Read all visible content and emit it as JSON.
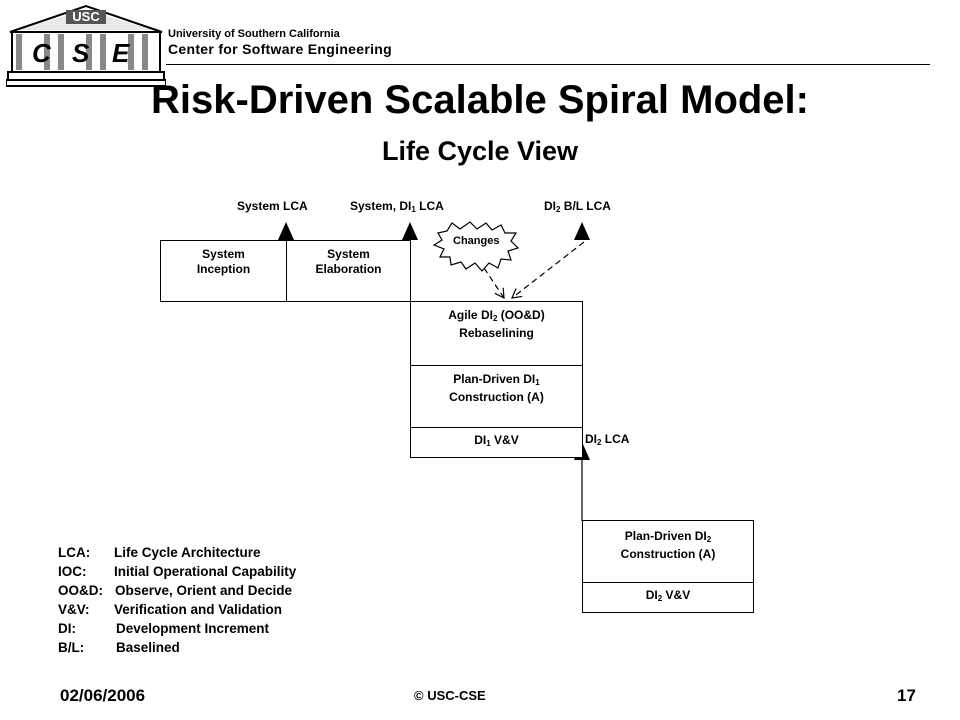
{
  "header": {
    "logo_text": "C S E",
    "logo_letters": [
      "C",
      "S",
      "E"
    ],
    "logo_badge": "USC",
    "university": "University of Southern California",
    "center": "Center for Software Engineering"
  },
  "slide": {
    "title": "Risk-Driven Scalable Spiral Model:",
    "subtitle": "Life Cycle View"
  },
  "diagram": {
    "milestones": {
      "system_lca": "System LCA",
      "system_di1_lca_prefix": "System, DI",
      "system_di1_lca_sub": "1",
      "system_di1_lca_suffix": " LCA",
      "di2_bl_lca_prefix": "DI",
      "di2_bl_lca_sub": "2",
      "di2_bl_lca_suffix": " B/L LCA",
      "di2_lca_prefix": "DI",
      "di2_lca_sub": "2",
      "di2_lca_suffix": " LCA"
    },
    "changes_label": "Changes",
    "boxes": {
      "system_inception": "System\nInception",
      "system_elaboration": "System\nElaboration",
      "agile_line1_prefix": "Agile DI",
      "agile_line1_sub": "2",
      "agile_line1_suffix": " (OO&D)",
      "agile_line2": "Rebaselining",
      "pd1_line1_prefix": "Plan-Driven DI",
      "pd1_line1_sub": "1",
      "pd1_line2": "Construction  (A)",
      "di1_vv_prefix": "DI",
      "di1_vv_sub": "1",
      "di1_vv_suffix": " V&V",
      "pd2_line1_prefix": "Plan-Driven DI",
      "pd2_line1_sub": "2",
      "pd2_line2": "Construction  (A)",
      "di2_vv_prefix": "DI",
      "di2_vv_sub": "2",
      "di2_vv_suffix": " V&V"
    }
  },
  "legend": [
    {
      "abbr": "LCA:",
      "text": "Life Cycle Architecture"
    },
    {
      "abbr": "IOC:",
      "text": "Initial Operational Capability"
    },
    {
      "abbr": "OO&D:",
      "text": "Observe, Orient and Decide"
    },
    {
      "abbr": "V&V:",
      "text": "Verification and Validation"
    },
    {
      "abbr": "DI:",
      "text": "Development Increment"
    },
    {
      "abbr": "B/L:",
      "text": "Baselined"
    }
  ],
  "footer": {
    "date": "02/06/2006",
    "copyright": "© USC-CSE",
    "page_number": "17"
  }
}
